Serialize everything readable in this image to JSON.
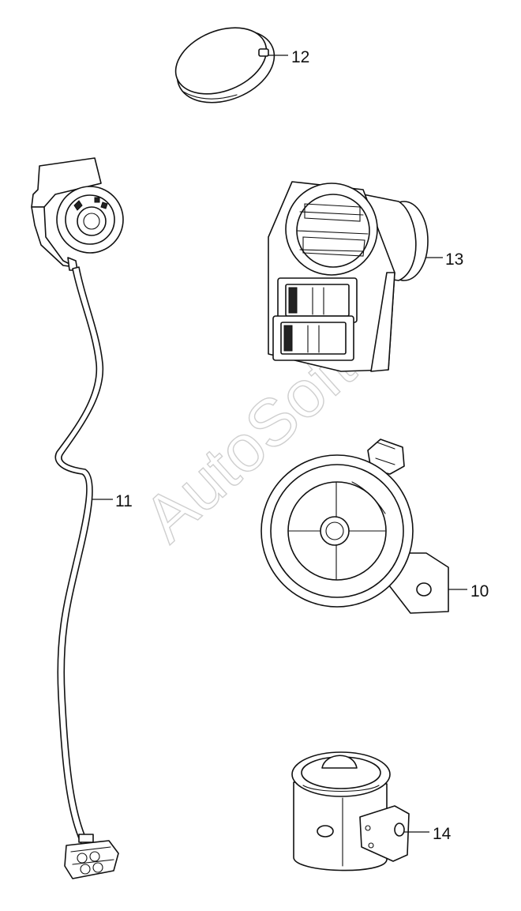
{
  "callouts": {
    "c10": "10",
    "c11": "11",
    "c12": "12",
    "c13": "13",
    "c14": "14"
  },
  "watermark": "AutoSoft",
  "colors": {
    "line": "#111111",
    "watermark": "#cfcfcf",
    "background": "#ffffff"
  }
}
